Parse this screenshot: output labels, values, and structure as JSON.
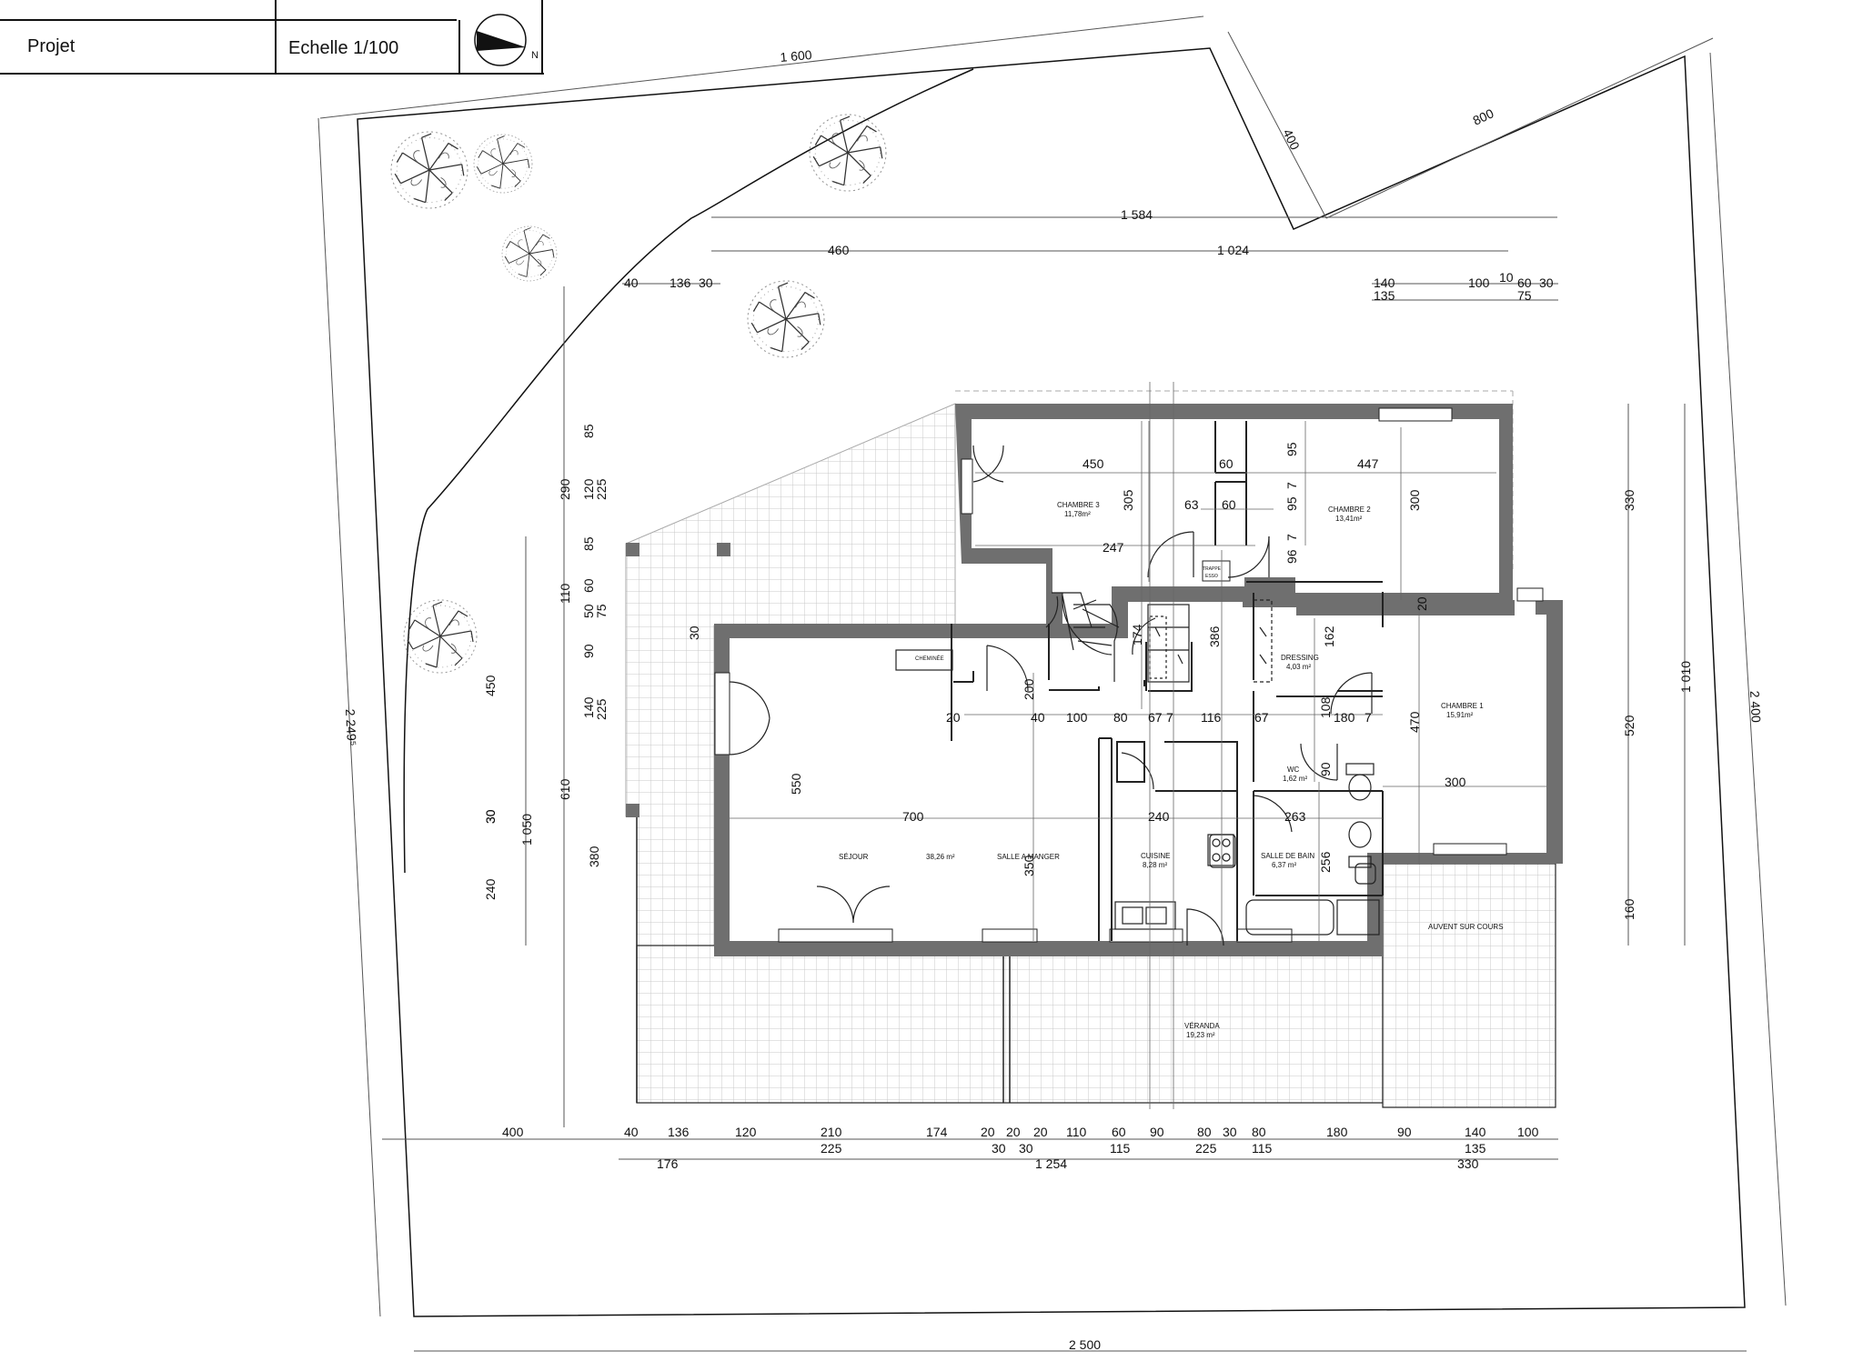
{
  "title_block": {
    "project_label": "Projet",
    "scale_label": "Echelle  1/100",
    "north_letter": "N"
  },
  "colors": {
    "wall": "#6f6f6f",
    "line": "#222222",
    "terrace_grid": "#c8c8c8"
  },
  "rooms": {
    "chambre3": {
      "name": "CHAMBRE 3",
      "area": "11,78m²"
    },
    "chambre2": {
      "name": "CHAMBRE 2",
      "area": "13,41m²"
    },
    "chambre1": {
      "name": "CHAMBRE 1",
      "area": "15,91m²"
    },
    "dressing": {
      "name": "DRESSING",
      "area": "4,03 m²"
    },
    "wc": {
      "name": "WC",
      "area": "1,62 m²"
    },
    "sejour": {
      "name": "SÉJOUR",
      "area": "38,26 m²"
    },
    "salle_manger": {
      "name": "SALLE A MANGER"
    },
    "cuisine": {
      "name": "CUISINE",
      "area": "8,28 m²"
    },
    "salle_bain": {
      "name": "SALLE DE BAIN",
      "area": "6,37 m²"
    },
    "veranda": {
      "name": "VÉRANDA",
      "area": "19,23 m²"
    },
    "auvent": {
      "name": "AUVENT SUR COURS"
    },
    "cheminee": {
      "name": "CHEMINÉE"
    },
    "trappe": {
      "line1": "TRAPPE",
      "line2": "ESSO"
    }
  },
  "dimensions": {
    "site": [
      "1 600",
      "400",
      "800",
      "2 249⁵",
      "2 400",
      "2 500"
    ],
    "top_row1": [
      "1 584"
    ],
    "top_row2": [
      "460",
      "1 024"
    ],
    "top_left": [
      "40",
      "136",
      "30"
    ],
    "top_right_a": [
      "140",
      "100",
      "10",
      "60",
      "30"
    ],
    "top_right_b": [
      "135",
      "75"
    ],
    "interior_h": [
      "450",
      "60",
      "447",
      "63",
      "60",
      "247",
      "20",
      "40",
      "100",
      "80",
      "67",
      "7",
      "116",
      "67",
      "180",
      "7",
      "700",
      "240",
      "263",
      "300"
    ],
    "interior_v": [
      "95",
      "7",
      "95",
      "7",
      "96",
      "305",
      "300",
      "174",
      "386",
      "162",
      "20",
      "200",
      "108",
      "90",
      "256",
      "470",
      "550",
      "350",
      "30"
    ],
    "left_col1": [
      "85",
      "290",
      "85",
      "110",
      "90",
      "140",
      "610",
      "380"
    ],
    "left_col2": [
      "120",
      "225",
      "60",
      "50",
      "75",
      "225",
      "30"
    ],
    "left_col3": [
      "450",
      "30",
      "240"
    ],
    "left_total": [
      "1 050"
    ],
    "right_col1": [
      "330",
      "520",
      "160"
    ],
    "right_total": [
      "1 010"
    ],
    "bottom_row1": [
      "400",
      "40",
      "136",
      "120",
      "210",
      "174",
      "20",
      "20",
      "20",
      "110",
      "60",
      "90",
      "80",
      "30",
      "80",
      "180",
      "90",
      "140",
      "100"
    ],
    "bottom_row2": [
      "225",
      "30",
      "30",
      "115",
      "225",
      "115",
      "135"
    ],
    "bottom_row3": [
      "176",
      "1 254",
      "330"
    ]
  }
}
